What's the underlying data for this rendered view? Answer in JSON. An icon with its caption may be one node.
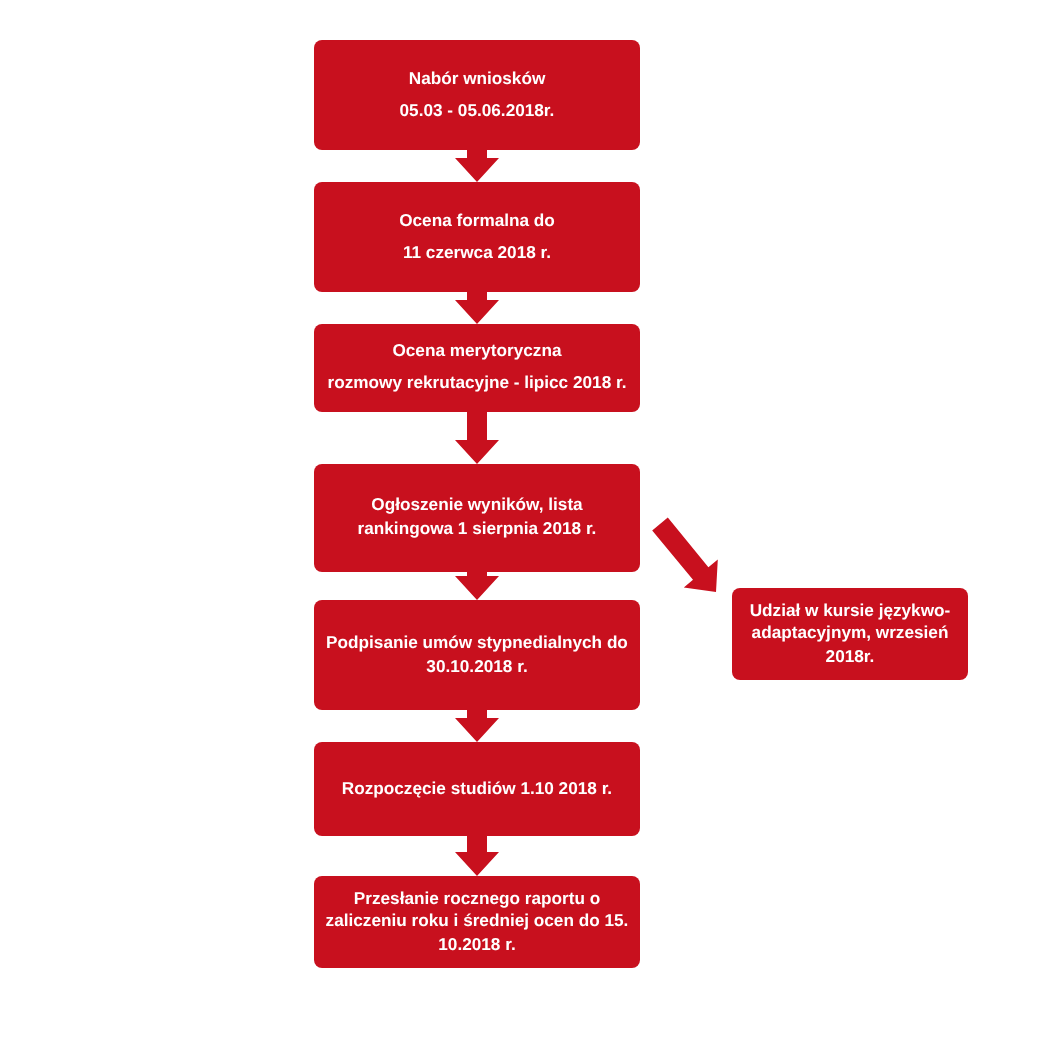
{
  "diagram": {
    "nodes": [
      {
        "text": [
          "Nabór wniosków",
          "05.03 - 05.06.2018r."
        ]
      },
      {
        "text": [
          "Ocena formalna do",
          "11 czerwca 2018 r."
        ]
      },
      {
        "text": [
          "Ocena merytoryczna",
          "rozmowy rekrutacyjne - lipicc 2018 r."
        ]
      },
      {
        "text": [
          "Ogłoszenie wyników, lista rankingowa 1 sierpnia 2018 r."
        ]
      },
      {
        "text": [
          "Podpisanie umów stypnedialnych do 30.10.2018 r."
        ]
      },
      {
        "text": [
          "Udział w kursie językwo-adaptacyjnym, wrzesień 2018r."
        ]
      },
      {
        "text": [
          "Rozpoczęcie studiów 1.10 2018 r."
        ]
      },
      {
        "text": [
          "Przesłanie rocznego raportu o zaliczeniu roku i średniej ocen do 15. 10.2018 r."
        ]
      }
    ],
    "edges": [
      {
        "from": 0,
        "to": 1,
        "arrow": "to"
      },
      {
        "from": 1,
        "to": 2,
        "arrow": "to"
      },
      {
        "from": 2,
        "to": 3,
        "arrow": "to"
      },
      {
        "from": 3,
        "to": 4,
        "arrow": "to"
      },
      {
        "from": 3,
        "to": 5,
        "arrow": "to"
      },
      {
        "from": 4,
        "to": 6,
        "arrow": "to"
      },
      {
        "from": 6,
        "to": 7,
        "arrow": "to"
      }
    ]
  }
}
